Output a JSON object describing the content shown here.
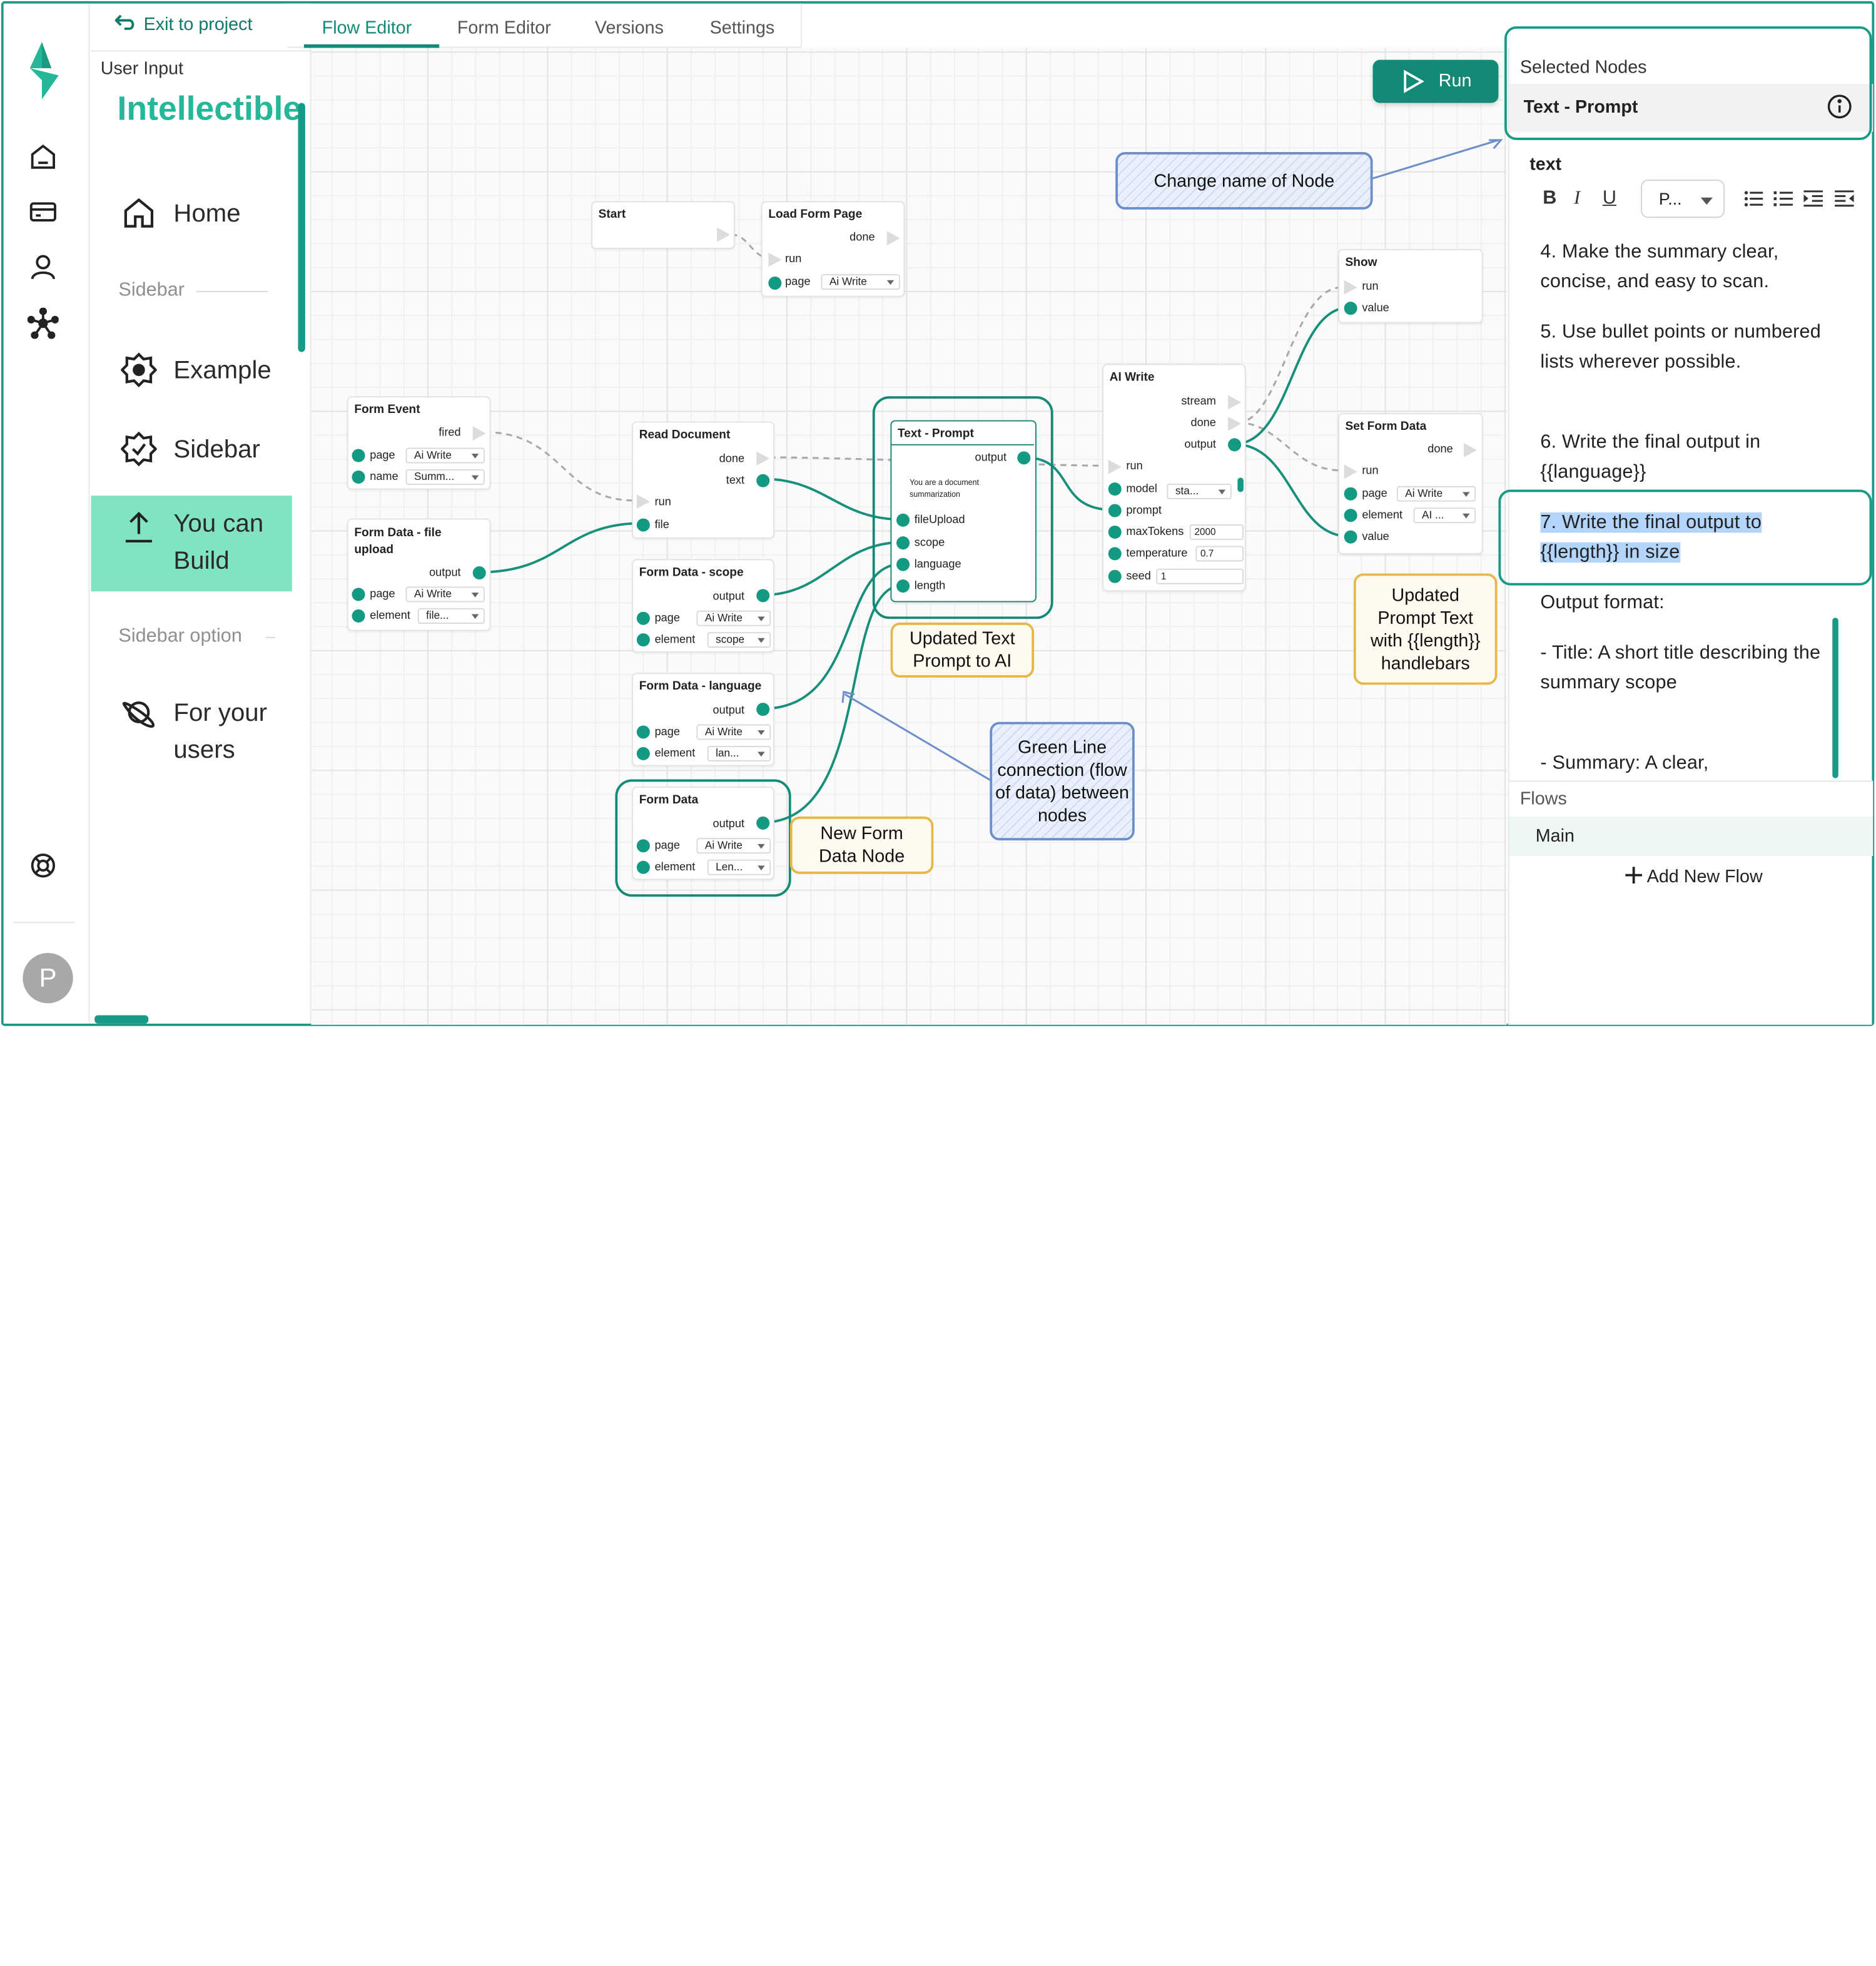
{
  "rail": {
    "icons": [
      "logo-icon",
      "home-icon",
      "card-icon",
      "user-icon",
      "network-icon",
      "help-ring-icon"
    ],
    "avatar_initial": "P"
  },
  "left_panel": {
    "exit_label": "Exit to project",
    "section_label": "User Input",
    "preview": {
      "brand": "Intellectible",
      "items": [
        {
          "label": "Home",
          "icon": "home-icon"
        },
        {
          "label": "Example",
          "icon": "badge-icon"
        },
        {
          "label": "Sidebar",
          "icon": "badge-check-icon"
        },
        {
          "label": "You can Build",
          "icon": "upload-icon"
        },
        {
          "label": "For your users",
          "icon": "planet-icon"
        }
      ],
      "sections": [
        "Sidebar",
        "Sidebar option"
      ]
    }
  },
  "tabs": [
    {
      "label": "Flow Editor",
      "active": true
    },
    {
      "label": "Form Editor",
      "active": false
    },
    {
      "label": "Versions",
      "active": false
    },
    {
      "label": "Settings",
      "active": false
    }
  ],
  "run_button": "Run",
  "nodes": {
    "start": {
      "title": "Start"
    },
    "load_form_page": {
      "title": "Load Form Page",
      "done": "done",
      "run": "run",
      "page": "page",
      "page_value": "Ai Write"
    },
    "form_event": {
      "title": "Form Event",
      "fired": "fired",
      "page": "page",
      "page_value": "Ai Write",
      "name": "name",
      "name_value": "Summ..."
    },
    "form_data_file": {
      "title": "Form Data - file upload",
      "output": "output",
      "page": "page",
      "page_value": "Ai Write",
      "element": "element",
      "element_value": "file..."
    },
    "read_document": {
      "title": "Read Document",
      "done": "done",
      "text": "text",
      "run": "run",
      "file": "file"
    },
    "form_data_scope": {
      "title": "Form Data - scope",
      "output": "output",
      "page": "page",
      "page_value": "Ai Write",
      "element": "element",
      "element_value": "scope"
    },
    "form_data_language": {
      "title": "Form Data - language",
      "output": "output",
      "page": "page",
      "page_value": "Ai Write",
      "element": "element",
      "element_value": "lan..."
    },
    "form_data": {
      "title": "Form Data",
      "output": "output",
      "page": "page",
      "page_value": "Ai Write",
      "element": "element",
      "element_value": "Len..."
    },
    "text_prompt": {
      "title": "Text - Prompt",
      "output": "output",
      "preview": "You are a document summarization",
      "inputs": [
        "fileUpload",
        "scope",
        "language",
        "length"
      ]
    },
    "ai_write": {
      "title": "AI Write",
      "stream": "stream",
      "done": "done",
      "output": "output",
      "run": "run",
      "model": "model",
      "model_value": "sta...",
      "prompt": "prompt",
      "maxTokens": "maxTokens",
      "maxTokens_value": "2000",
      "temperature": "temperature",
      "temperature_value": "0.7",
      "seed": "seed",
      "seed_value": "1"
    },
    "show": {
      "title": "Show",
      "run": "run",
      "value": "value"
    },
    "set_form_data": {
      "title": "Set Form Data",
      "done": "done",
      "run": "run",
      "page": "page",
      "page_value": "Ai Write",
      "element": "element",
      "element_value": "AI ...",
      "value": "value"
    }
  },
  "notes": {
    "change_name": "Change name of Node",
    "updated_text_prompt": "Updated Text Prompt to AI",
    "updated_prompt_text": "Updated Prompt Text with {{length}} handlebars",
    "green_line": "Green Line connection (flow of data) between nodes",
    "new_form_data": "New Form Data Node"
  },
  "right_panel": {
    "selected_nodes_label": "Selected Nodes",
    "selected_node_name": "Text - Prompt",
    "field_label": "text",
    "toolbar": {
      "bold": "B",
      "italic": "I",
      "underline": "U",
      "paragraph_select": "P..."
    },
    "paragraphs": [
      "4. Make the summary clear, concise, and easy to scan.",
      "5. Use bullet points or numbered lists wherever possible.",
      "6. Write the final output in {{language}}",
      "7. Write the final output to {{length}} in size",
      "Output format:",
      "- Title: A short title describing the summary scope",
      "- Summary: A clear,"
    ],
    "flows_label": "Flows",
    "flows": [
      "Main"
    ],
    "add_flow_label": "Add New Flow"
  },
  "colors": {
    "accent": "#138a76",
    "brand": "#24b899",
    "nav_active": "#82e2c4",
    "note_yellow": "#e6b84a",
    "note_blue": "#6d8fc9"
  }
}
